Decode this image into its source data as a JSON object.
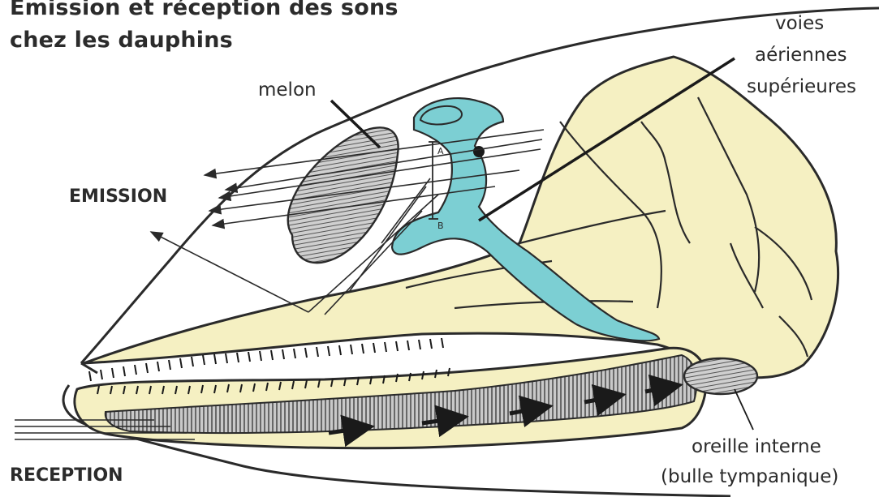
{
  "title": {
    "line1": "Emission et réception des sons",
    "line2": "chez les dauphins"
  },
  "labels": {
    "melon": "melon",
    "airways_line1": "voies",
    "airways_line2": "aériennes",
    "airways_line3": "supérieures",
    "emission": "EMISSION",
    "reception": "RECEPTION",
    "inner_ear_line1": "oreille interne",
    "inner_ear_line2": "(bulle tympanique)",
    "marker_a": "A",
    "marker_b": "B"
  },
  "colors": {
    "skull": "#f5f0c2",
    "airway": "#7ccfd3",
    "outline": "#2a2a2a",
    "hatch": "#5a5a5a"
  }
}
